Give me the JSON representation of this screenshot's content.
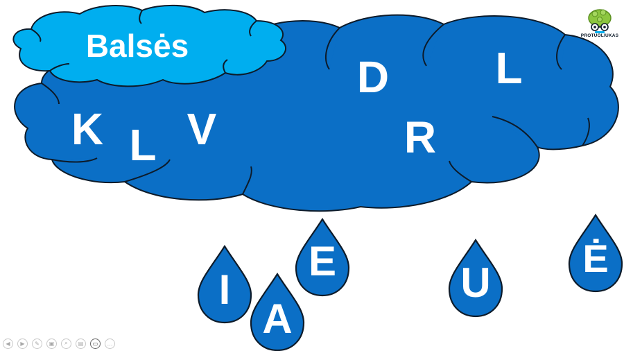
{
  "slide": {
    "title": "Balsės",
    "cloud_letters": [
      "K",
      "L",
      "V",
      "D",
      "R",
      "L"
    ],
    "raindrop_letters": [
      "I",
      "A",
      "E",
      "U",
      "Ė"
    ],
    "colors": {
      "cloud": "#0b6fc6",
      "title_cloud": "#00aeef",
      "drop": "#0b6fc6",
      "outline": "#0d1b2a",
      "text": "#ffffff"
    }
  },
  "logo": {
    "text": "PROTUOLIUKAS",
    "icon": "brain-glasses-icon"
  },
  "toolbar": {
    "buttons": [
      {
        "icon": "previous-icon",
        "glyph": "◀"
      },
      {
        "icon": "next-icon",
        "glyph": "▶"
      },
      {
        "icon": "pen-icon",
        "glyph": "✎"
      },
      {
        "icon": "slides-icon",
        "glyph": "▣"
      },
      {
        "icon": "zoom-icon",
        "glyph": "⌕"
      },
      {
        "icon": "subtitles-icon",
        "glyph": "▤"
      },
      {
        "icon": "camera-icon",
        "glyph": "▭"
      },
      {
        "icon": "more-icon",
        "glyph": "…"
      }
    ]
  }
}
